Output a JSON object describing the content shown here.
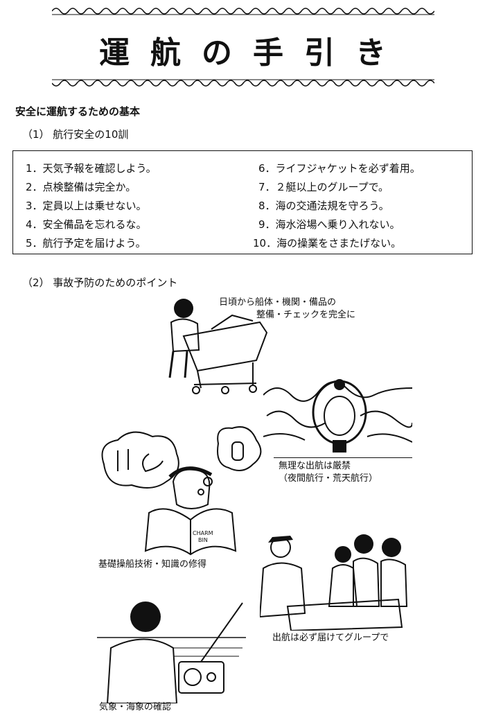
{
  "title": "運航の手引き",
  "section_title": "安全に運航するための基本",
  "subsection1": "（1） 航行安全の10訓",
  "rules": [
    "1．天気予報を確認しよう。",
    "2．点検整備は完全か。",
    "3．定員以上は乗せない。",
    "4．安全備品を忘れるな。",
    "5．航行予定を届けよう。",
    "6．ライフジャケットを必ず着用。",
    "7．２艇以上のグループで。",
    "8．海の交通法規を守ろう。",
    "9．海水浴場へ乗り入れない。",
    "10．海の操業をさまたげない。"
  ],
  "subsection2": "（2） 事故予防のためのポイント",
  "points": {
    "maintenance": [
      "日頃から船体・機関・備品の",
      "整備・チェックを完全に"
    ],
    "no_reckless": [
      "無理な出航は厳禁",
      "（夜間航行・荒天航行）"
    ],
    "skills": "基礎操船技術・知識の修得",
    "group": "出航は必ず届けてグループで",
    "weather": "気象・海象の確認"
  },
  "book_text": [
    "CHARM",
    "BIN"
  ]
}
